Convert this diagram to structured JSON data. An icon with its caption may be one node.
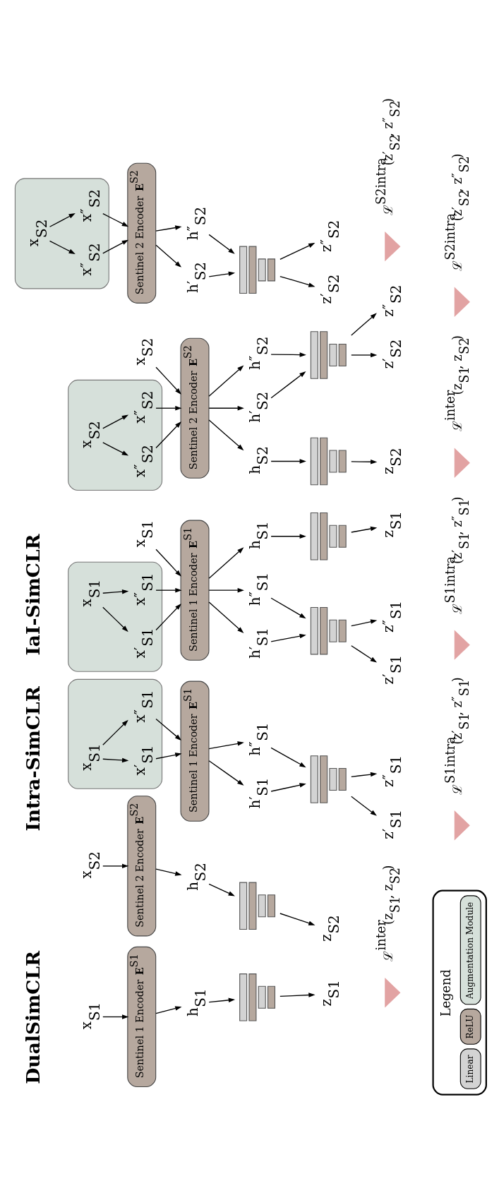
{
  "diagram": {
    "nodes": [
      {
        "text": [
          "x$_{S1}$"
        ]
      },
      {
        "text": [
          "x$_{S2}$"
        ]
      },
      {
        "text": [
          "Sentinel 1 Encoder **E**$^{S1}$"
        ]
      },
      {
        "text": [
          "Sentinel 2 Encoder **E**$^{S2}$"
        ]
      },
      {
        "text": [
          "h$_{S1}$"
        ]
      },
      {
        "text": [
          "h$_{S2}$"
        ]
      },
      {
        "text": [],
        "shape": "bar"
      },
      {
        "text": [],
        "shape": "bar"
      },
      {
        "text": [
          "z$_{S1}$"
        ]
      },
      {
        "text": [
          "z$_{S2}$"
        ]
      },
      {
        "text": [],
        "shape": "triangle",
        "beside": [
          "ℒ$^{inter}$(z$_{S1}$, z$_{S2}$)"
        ]
      },
      {
        "text": [],
        "shape": "box"
      },
      {
        "text": [
          "x$_{S1}$"
        ],
        "in": 11
      },
      {
        "text": [
          "x′$_{S1}$"
        ],
        "in": 11
      },
      {
        "text": [
          "x″$_{S1}$"
        ],
        "in": 11
      },
      {
        "text": [],
        "shape": "box"
      },
      {
        "text": [
          "x$_{S2}$"
        ],
        "in": 15
      },
      {
        "text": [
          "x″$_{S2}$"
        ],
        "in": 15
      },
      {
        "text": [
          "x″$_{S2}$"
        ],
        "in": 15
      },
      {
        "text": [
          "Sentinel 1 Encoder **E**$^{S1}$"
        ]
      },
      {
        "text": [
          "Sentinel 2 Encoder **E**$^{S2}$"
        ]
      },
      {
        "text": [
          "h′$_{S1}$"
        ]
      },
      {
        "text": [
          "h″$_{S1}$"
        ]
      },
      {
        "text": [
          "h′$_{S2}$"
        ]
      },
      {
        "text": [
          "h″$_{S2}$"
        ]
      },
      {
        "text": [],
        "shape": "bar"
      },
      {
        "text": [],
        "shape": "bar"
      },
      {
        "text": [
          "z′$_{S1}$"
        ]
      },
      {
        "text": [
          "z″$_{S1}$"
        ]
      },
      {
        "text": [
          "z′$_{S2}$"
        ]
      },
      {
        "text": [
          "z″$_{S2}$"
        ]
      },
      {
        "text": [],
        "shape": "triangle",
        "beside": [
          "ℒ$^{S1intra}$(z′$_{S1}$, z″$_{S1}$)"
        ]
      },
      {
        "text": [],
        "shape": "triangle",
        "beside": [
          "ℒ$^{S2intra}$(z′$_{S2}$, z″$_{S2}$)"
        ]
      },
      {
        "text": [],
        "shape": "box"
      },
      {
        "text": [
          "x$_{S1}$"
        ],
        "in": 33
      },
      {
        "text": [
          "x′$_{S1}$"
        ],
        "in": 33
      },
      {
        "text": [
          "x″$_{S1}$"
        ],
        "in": 33
      },
      {
        "text": [
          "x$_{S1}$"
        ]
      },
      {
        "text": [],
        "shape": "box"
      },
      {
        "text": [
          "x$_{S2}$"
        ],
        "in": 38
      },
      {
        "text": [
          "x″$_{S2}$"
        ],
        "in": 38
      },
      {
        "text": [
          "x″$_{S2}$"
        ],
        "in": 38
      },
      {
        "text": [
          "x$_{S2}$"
        ]
      },
      {
        "text": [
          "Sentinel 1 Encoder **E**$^{S1}$"
        ]
      },
      {
        "text": [
          "Sentinel 2 Encoder **E**$^{S2}$"
        ]
      },
      {
        "text": [
          "h′$_{S1}$"
        ]
      },
      {
        "text": [
          "h″$_{S1}$"
        ]
      },
      {
        "text": [
          "h$_{S1}$"
        ]
      },
      {
        "text": [
          "h$_{S2}$"
        ]
      },
      {
        "text": [
          "h′$_{S2}$"
        ]
      },
      {
        "text": [
          "h″$_{S2}$"
        ]
      },
      {
        "text": [],
        "shape": "bar"
      },
      {
        "text": [],
        "shape": "bar"
      },
      {
        "text": [],
        "shape": "bar"
      },
      {
        "text": [],
        "shape": "bar"
      },
      {
        "text": [
          "z′$_{S1}$"
        ]
      },
      {
        "text": [
          "z″$_{S1}$"
        ]
      },
      {
        "text": [
          "z$_{S1}$"
        ]
      },
      {
        "text": [
          "z$_{S2}$"
        ]
      },
      {
        "text": [
          "z′$_{S2}$"
        ]
      },
      {
        "text": [
          "z″$_{S2}$"
        ]
      },
      {
        "text": [],
        "shape": "triangle",
        "beside": [
          "ℒ$^{S1intra}$(z′$_{S1}$, z″$_{S1}$)"
        ]
      },
      {
        "text": [],
        "shape": "triangle",
        "beside": [
          "ℒ$^{inter}$(z$_{S1}$, z$_{S2}$)"
        ]
      },
      {
        "text": [],
        "shape": "triangle",
        "beside": [
          "ℒ$^{S2intra}$(z′$_{S2}$, z″$_{S2}$)"
        ]
      }
    ],
    "edges": [
      {
        "from": 0,
        "to": 2,
        "arrow": "to"
      },
      {
        "from": 1,
        "to": 3,
        "arrow": "to"
      },
      {
        "from": 2,
        "to": 4,
        "arrow": "to"
      },
      {
        "from": 3,
        "to": 5,
        "arrow": "to"
      },
      {
        "from": 4,
        "to": 6,
        "arrow": "to"
      },
      {
        "from": 5,
        "to": 7,
        "arrow": "to"
      },
      {
        "from": 6,
        "to": 8,
        "arrow": "to"
      },
      {
        "from": 7,
        "to": 9,
        "arrow": "to"
      },
      {
        "from": 12,
        "to": 13,
        "arrow": "to"
      },
      {
        "from": 12,
        "to": 14,
        "arrow": "to"
      },
      {
        "from": 13,
        "to": 19,
        "arrow": "to"
      },
      {
        "from": 14,
        "to": 19,
        "arrow": "to"
      },
      {
        "from": 16,
        "to": 17,
        "arrow": "to"
      },
      {
        "from": 16,
        "to": 18,
        "arrow": "to"
      },
      {
        "from": 17,
        "to": 20,
        "arrow": "to"
      },
      {
        "from": 18,
        "to": 20,
        "arrow": "to"
      },
      {
        "from": 19,
        "to": 21,
        "arrow": "to"
      },
      {
        "from": 19,
        "to": 22,
        "arrow": "to"
      },
      {
        "from": 20,
        "to": 23,
        "arrow": "to"
      },
      {
        "from": 20,
        "to": 24,
        "arrow": "to"
      },
      {
        "from": 21,
        "to": 25,
        "arrow": "to"
      },
      {
        "from": 22,
        "to": 25,
        "arrow": "to"
      },
      {
        "from": 23,
        "to": 26,
        "arrow": "to"
      },
      {
        "from": 24,
        "to": 26,
        "arrow": "to"
      },
      {
        "from": 25,
        "to": 27,
        "arrow": "to"
      },
      {
        "from": 25,
        "to": 28,
        "arrow": "to"
      },
      {
        "from": 26,
        "to": 29,
        "arrow": "to"
      },
      {
        "from": 26,
        "to": 30,
        "arrow": "to"
      },
      {
        "from": 34,
        "to": 35,
        "arrow": "to"
      },
      {
        "from": 34,
        "to": 36,
        "arrow": "to"
      },
      {
        "from": 35,
        "to": 43,
        "arrow": "to"
      },
      {
        "from": 36,
        "to": 43,
        "arrow": "to"
      },
      {
        "from": 37,
        "to": 43,
        "arrow": "to"
      },
      {
        "from": 39,
        "to": 40,
        "arrow": "to"
      },
      {
        "from": 39,
        "to": 41,
        "arrow": "to"
      },
      {
        "from": 40,
        "to": 44,
        "arrow": "to"
      },
      {
        "from": 41,
        "to": 44,
        "arrow": "to"
      },
      {
        "from": 42,
        "to": 44,
        "arrow": "to"
      },
      {
        "from": 43,
        "to": 45,
        "arrow": "to"
      },
      {
        "from": 43,
        "to": 46,
        "arrow": "to"
      },
      {
        "from": 43,
        "to": 47,
        "arrow": "to"
      },
      {
        "from": 44,
        "to": 48,
        "arrow": "to"
      },
      {
        "from": 44,
        "to": 49,
        "arrow": "to"
      },
      {
        "from": 44,
        "to": 50,
        "arrow": "to"
      },
      {
        "from": 45,
        "to": 51,
        "arrow": "to"
      },
      {
        "from": 46,
        "to": 51,
        "arrow": "to"
      },
      {
        "from": 47,
        "to": 52,
        "arrow": "to"
      },
      {
        "from": 48,
        "to": 53,
        "arrow": "to"
      },
      {
        "from": 49,
        "to": 54,
        "arrow": "to"
      },
      {
        "from": 50,
        "to": 54,
        "arrow": "to"
      },
      {
        "from": 51,
        "to": 55,
        "arrow": "to"
      },
      {
        "from": 51,
        "to": 56,
        "arrow": "to"
      },
      {
        "from": 52,
        "to": 57,
        "arrow": "to"
      },
      {
        "from": 53,
        "to": 58,
        "arrow": "to"
      },
      {
        "from": 54,
        "to": 59,
        "arrow": "to"
      },
      {
        "from": 54,
        "to": 60,
        "arrow": "to"
      }
    ],
    "labels": [
      "DualSimCLR",
      "Intra-SimCLR",
      "IaI-SimCLR",
      "Legend"
    ],
    "legend": [
      {
        "text": "Linear",
        "color": "#d3d3d3"
      },
      {
        "text": "ReLU",
        "color": "#b6a89e"
      },
      {
        "text": "Augmentation Module",
        "color": "#d6e0da"
      }
    ]
  }
}
